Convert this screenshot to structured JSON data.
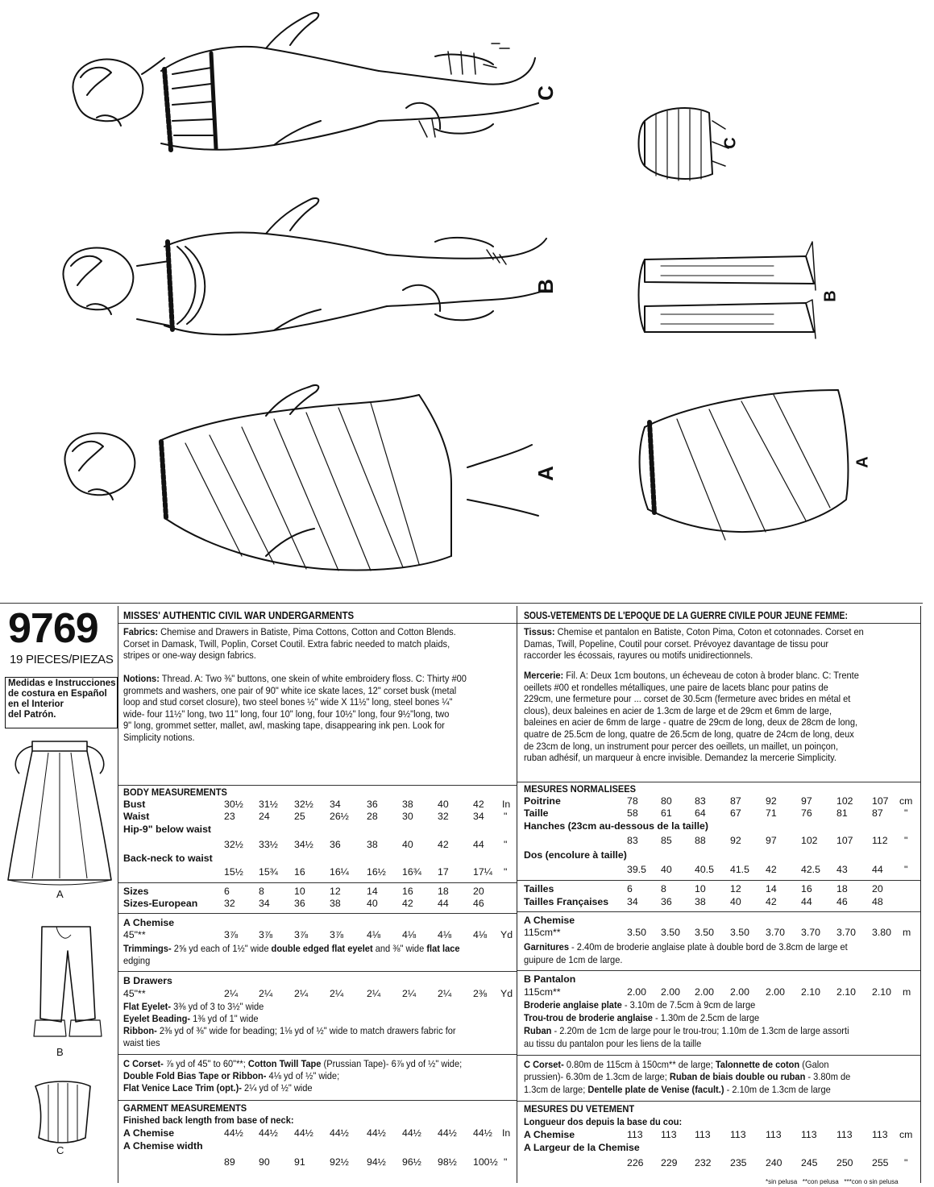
{
  "view_labels": {
    "a": "A",
    "b": "B",
    "c": "C"
  },
  "left_col": {
    "pattern_number": "9769",
    "pieces": "19 PIECES/PIEZAS",
    "spanish_note": [
      "Medidas e Instrucciones",
      "de costura en Español",
      "en el Interior",
      "del Patrón."
    ],
    "thumb_labels": [
      "A",
      "B",
      "C"
    ]
  },
  "english": {
    "title": "MISSES' AUTHENTIC CIVIL WAR UNDERGARMENTS",
    "fabrics_label": "Fabrics:",
    "fabrics_lines": [
      " Chemise and Drawers in Batiste, Pima Cottons, Cotton and Cotton Blends.",
      "Corset in Damask, Twill, Poplin, Corset Coutil. Extra fabric needed to match plaids,",
      "stripes or one-way design fabrics."
    ],
    "notions_label": "Notions:",
    "notions_lines": [
      " Thread. A: Two ⅜\" buttons, one skein of white embroidery floss. C: Thirty #00",
      "grommets and washers, one pair of 90\" white ice skate laces, 12\" corset busk (metal",
      "loop and stud corset closure), two steel bones ½\" wide X 11½\" long, steel bones ¼\"",
      "wide- four 11½\" long, two 11\" long, four 10\" long, four 10½\" long, four 9½\"long, two",
      "9\" long, grommet setter, mallet, awl, masking tape, disappearing ink pen. Look for",
      "Simplicity notions."
    ],
    "body_heading": "BODY MEASUREMENTS",
    "bust": {
      "label": "Bust",
      "vals": [
        "30½",
        "31½",
        "32½",
        "34",
        "36",
        "38",
        "40",
        "42"
      ],
      "unit": "In"
    },
    "waist": {
      "label": "Waist",
      "vals": [
        "23",
        "24",
        "25",
        "26½",
        "28",
        "30",
        "32",
        "34"
      ],
      "unit": "\""
    },
    "hip": {
      "label": "Hip-9\" below waist",
      "vals": [
        "32½",
        "33½",
        "34½",
        "36",
        "38",
        "40",
        "42",
        "44"
      ],
      "unit": "\""
    },
    "back": {
      "label": "Back-neck to waist",
      "vals": [
        "15½",
        "15¾",
        "16",
        "16¼",
        "16½",
        "16¾",
        "17",
        "17¼"
      ],
      "unit": "\""
    },
    "sizes": {
      "label": "Sizes",
      "vals": [
        "6",
        "8",
        "10",
        "12",
        "14",
        "16",
        "18",
        "20"
      ]
    },
    "sizes_eu": {
      "label": "Sizes-European",
      "vals": [
        "32",
        "34",
        "36",
        "38",
        "40",
        "42",
        "44",
        "46"
      ]
    },
    "a_chemise": "A Chemise",
    "a_width": "45\"**",
    "a_vals": [
      "3⅞",
      "3⅞",
      "3⅞",
      "3⅞",
      "4⅛",
      "4⅛",
      "4⅛",
      "4⅛"
    ],
    "a_unit": "Yd",
    "trim_label": "Trimmings-",
    "trim_text": " 2⅝ yd each of 1½\" wide ",
    "trim_bold1": "double edged flat eyelet",
    "trim_text2": " and ⅜\" wide ",
    "trim_bold2": "flat lace",
    "trim_line2": "edging",
    "b_drawers": "B Drawers",
    "b_width": "45\"**",
    "b_vals": [
      "2¼",
      "2¼",
      "2¼",
      "2¼",
      "2¼",
      "2¼",
      "2¼",
      "2⅜"
    ],
    "b_unit": "Yd",
    "flat_eyelet_label": "Flat Eyelet-",
    "flat_eyelet_text": " 3⅜ yd of 3 to 3½\" wide",
    "eyelet_beading_label": "Eyelet Beading-",
    "eyelet_beading_text": " 1⅜ yd of 1\" wide",
    "ribbon_label": "Ribbon-",
    "ribbon_text": " 2⅜ yd of ⅜\" wide for beading; 1⅛ yd of ½\" wide to match drawers fabric for",
    "ribbon_line2": "waist ties",
    "c_corset_label": "C Corset-",
    "c_corset_text": " ⅞ yd of 45\" to 60\"**; ",
    "cotton_twill_label": "Cotton Twill Tape",
    "cotton_twill_text": " (Prussian Tape)- 6⅞ yd of ½\" wide;",
    "bias_label": "Double Fold Bias Tape or Ribbon-",
    "bias_text": " 4⅛ yd of ½\" wide;",
    "venice_label": "Flat Venice Lace Trim (opt.)-",
    "venice_text": " 2¼ yd of ½\" wide",
    "garment_heading": "GARMENT MEASUREMENTS",
    "finished_label": "Finished back length from base of neck:",
    "gm_chemise": {
      "label": "A Chemise",
      "vals": [
        "44½",
        "44½",
        "44½",
        "44½",
        "44½",
        "44½",
        "44½",
        "44½"
      ],
      "unit": "In"
    },
    "gm_width": {
      "label": "A Chemise width",
      "vals": [
        "89",
        "90",
        "91",
        "92½",
        "94½",
        "96½",
        "98½",
        "100½"
      ],
      "unit": "\""
    }
  },
  "french": {
    "title": "SOUS-VETEMENTS DE L'EPOQUE DE LA GUERRE CIVILE POUR JEUNE FEMME:",
    "tissus_label": "Tissus:",
    "tissus_lines": [
      " Chemise et pantalon en Batiste, Coton Pima, Coton et cotonnades. Corset en",
      "Damas, Twill, Popeline, Coutil pour corset. Prévoyez davantage de tissu pour",
      "raccorder les écossais, rayures ou motifs unidirectionnels."
    ],
    "mercerie_label": "Mercerie:",
    "mercerie_lines": [
      " Fil. A: Deux 1cm boutons, un écheveau de coton à broder blanc. C: Trente",
      "oeillets #00 et rondelles métalliques, une paire de lacets blanc pour patins de",
      "229cm, une fermeture pour ... corset de 30.5cm (fermeture avec brides en métal et",
      "clous), deux baleines en acier de 1.3cm de large et de 29cm et 6mm de large,",
      "baleines en acier de 6mm de large - quatre de 29cm de long, deux de 28cm de long,",
      "quatre de 25.5cm de long, quatre de 26.5cm de long, quatre de 24cm de long, deux",
      "de 23cm de long, un instrument pour percer des oeillets, un maillet, un poinçon,",
      "ruban adhésif, un marqueur à encre invisible. Demandez la mercerie Simplicity."
    ],
    "body_heading": "MESURES NORMALISEES",
    "poitrine": {
      "label": "Poitrine",
      "vals": [
        "78",
        "80",
        "83",
        "87",
        "92",
        "97",
        "102",
        "107"
      ],
      "unit": "cm"
    },
    "taille": {
      "label": "Taille",
      "vals": [
        "58",
        "61",
        "64",
        "67",
        "71",
        "76",
        "81",
        "87"
      ],
      "unit": "\""
    },
    "hanches": {
      "label": "Hanches (23cm au-dessous de la taille)",
      "vals": [
        "83",
        "85",
        "88",
        "92",
        "97",
        "102",
        "107",
        "112"
      ],
      "unit": "\""
    },
    "dos": {
      "label": "Dos (encolure à taille)",
      "vals": [
        "39.5",
        "40",
        "40.5",
        "41.5",
        "42",
        "42.5",
        "43",
        "44"
      ],
      "unit": "\""
    },
    "tailles": {
      "label": "Tailles",
      "vals": [
        "6",
        "8",
        "10",
        "12",
        "14",
        "16",
        "18",
        "20"
      ]
    },
    "tailles_fr": {
      "label": "Tailles Françaises",
      "vals": [
        "34",
        "36",
        "38",
        "40",
        "42",
        "44",
        "46",
        "48"
      ]
    },
    "a_chemise": "A Chemise",
    "a_width": "115cm**",
    "a_vals": [
      "3.50",
      "3.50",
      "3.50",
      "3.50",
      "3.70",
      "3.70",
      "3.70",
      "3.80"
    ],
    "a_unit": "m",
    "garn_label": "Garnitures",
    "garn_text": " - 2.40m de broderie anglaise plate à double bord de 3.8cm de large et",
    "garn_line2": "guipure de 1cm de large.",
    "b_pantalon": "B Pantalon",
    "b_width": "115cm**",
    "b_vals": [
      "2.00",
      "2.00",
      "2.00",
      "2.00",
      "2.00",
      "2.10",
      "2.10",
      "2.10"
    ],
    "b_unit": "m",
    "brod_label": "Broderie anglaise plate",
    "brod_text": " - 3.10m de 7.5cm à 9cm de large",
    "trou_label": "Trou-trou de broderie anglaise",
    "trou_text": " - 1.30m de 2.5cm de large",
    "ruban_label": "Ruban",
    "ruban_text": " - 2.20m de 1cm de large pour le trou-trou; 1.10m de 1.3cm de large assorti",
    "ruban_line2": "au tissu du pantalon pour les liens de la taille",
    "c_corset_label": "C Corset-",
    "c_corset_text": " 0.80m de 115cm à 150cm** de large; ",
    "talon_label": "Talonnette de coton",
    "talon_text": " (Galon",
    "c_line2_a": "prussien)- 6.30m de 1.3cm de large; ",
    "c_line2_b": "Ruban de biais double ou ruban",
    "c_line2_c": " - 3.80m de",
    "c_line3_a": "1.3cm de large; ",
    "c_line3_b": "Dentelle plate de Venise (facult.)",
    "c_line3_c": " - 2.10m de 1.3cm de large",
    "garment_heading": "MESURES DU VETEMENT",
    "longueur_label": "Longueur dos depuis la base du cou:",
    "gm_chemise": {
      "label": "A Chemise",
      "vals": [
        "113",
        "113",
        "113",
        "113",
        "113",
        "113",
        "113",
        "113"
      ],
      "unit": "cm"
    },
    "gm_largeur": {
      "label": "A Largeur de la Chemise",
      "vals": [
        "226",
        "229",
        "232",
        "235",
        "240",
        "245",
        "250",
        "255"
      ],
      "unit": "\""
    },
    "footnote": "*sin pelusa   **con pelusa   ***con o sin pelusa"
  }
}
